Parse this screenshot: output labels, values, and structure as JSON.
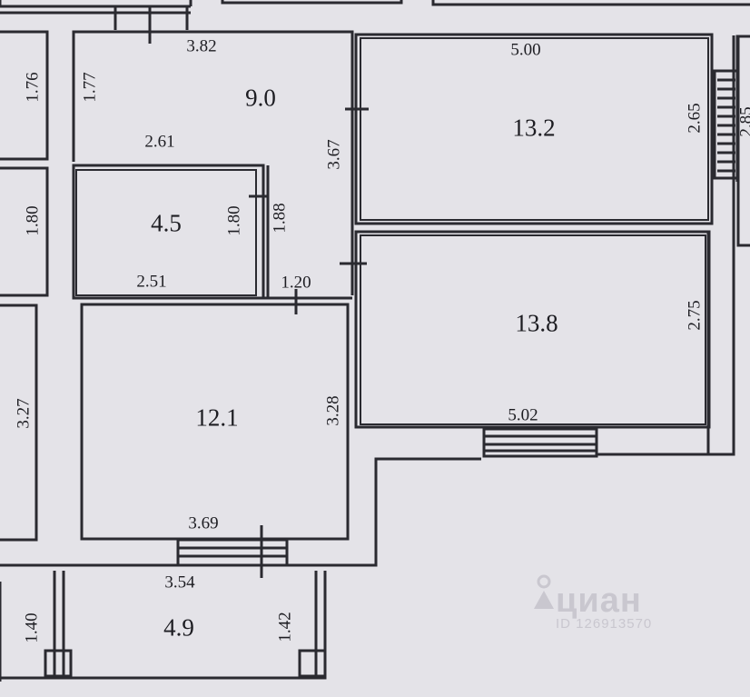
{
  "plan": {
    "rooms": [
      {
        "id": "left-top",
        "area": "",
        "dims": [
          "1.76"
        ]
      },
      {
        "id": "left-middle",
        "area": "",
        "dims": [
          "1.80"
        ]
      },
      {
        "id": "left-bottom",
        "area": "",
        "dims": [
          "3.27"
        ]
      },
      {
        "id": "room-9",
        "area": "9.0",
        "dims": [
          "3.82",
          "1.77",
          "2.61",
          "3.67"
        ]
      },
      {
        "id": "room-4-5",
        "area": "4.5",
        "dims": [
          "2.51",
          "1.80",
          "1.88"
        ]
      },
      {
        "id": "corridor",
        "area": "",
        "dims": [
          "1.20"
        ]
      },
      {
        "id": "room-12-1",
        "area": "12.1",
        "dims": [
          "3.69",
          "3.28"
        ]
      },
      {
        "id": "room-13-2",
        "area": "13.2",
        "dims": [
          "5.00",
          "2.65"
        ]
      },
      {
        "id": "room-13-8",
        "area": "13.8",
        "dims": [
          "5.02",
          "2.75"
        ]
      },
      {
        "id": "balcony",
        "area": "4.9",
        "dims": [
          "3.54",
          "1.40",
          "1.42"
        ]
      }
    ],
    "edge_fragment": "2.85"
  },
  "watermark": {
    "brand": "циан",
    "id_text": "ID 126913570"
  },
  "colors": {
    "background": "#e4e3e8",
    "wall": "#2a2a30",
    "text": "#1d1d22",
    "watermark": "#c9c7cf"
  }
}
